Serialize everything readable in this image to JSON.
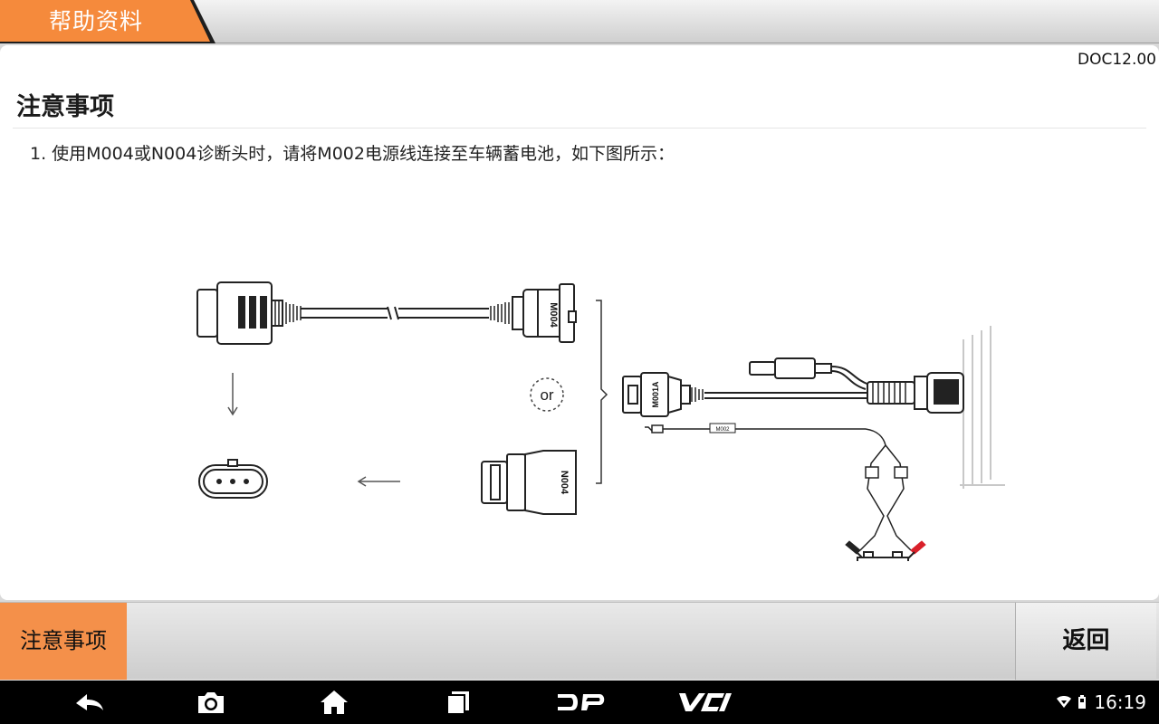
{
  "header": {
    "title": "帮助资料",
    "accent_color": "#f58a3c"
  },
  "document": {
    "code": "DOC12.00",
    "section_title": "注意事项",
    "instruction": "1. 使用M004或N004诊断头时，请将M002电源线连接至车辆蓄电池，如下图所示：",
    "diagram": {
      "cable_label_top": "M004",
      "cable_label_bottom": "N004",
      "or_label": "or",
      "main_connector_label": "M001A",
      "power_cable_label": "M002",
      "battery_minus": "−",
      "battery_plus": "+"
    }
  },
  "action_bar": {
    "active_tab": "注意事项",
    "back_label": "返回",
    "tab_color": "#f4904a"
  },
  "nav_bar": {
    "buttons": [
      "back-icon",
      "camera-icon",
      "home-icon",
      "recent-apps-icon",
      "dp-icon",
      "vci-icon"
    ],
    "dp_label": "DP",
    "vci_label": "VCI"
  },
  "status_bar": {
    "time": "16:19",
    "icons": [
      "wifi-icon",
      "battery-icon"
    ]
  }
}
